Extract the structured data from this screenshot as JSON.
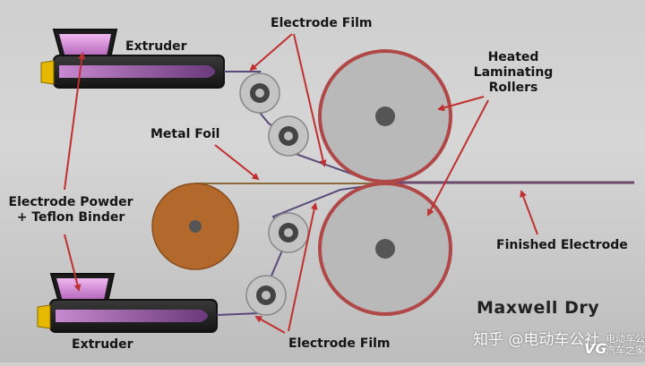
{
  "labels": {
    "electrode_film_top": "Electrode Film",
    "extruder_top": "Extruder",
    "heated_rollers": [
      "Heated",
      "Laminating",
      "Rollers"
    ],
    "metal_foil": "Metal Foil",
    "electrode_powder": [
      "Electrode Powder",
      "+ Teflon Binder"
    ],
    "finished_electrode": "Finished Electrode",
    "extruder_bottom": "Extruder",
    "electrode_film_bottom": "Electrode Film",
    "brand": "Maxwell Dry"
  },
  "watermark": {
    "text": "知乎 @电动车公社",
    "logo": "VG",
    "small": [
      "电动车公社",
      "汽车之家"
    ]
  },
  "colors": {
    "roller_rim": "#b04848",
    "roller_fill": "#b9b9b9",
    "foil_roll": "#b4692c",
    "extruder_barrel": "#2a2a2a",
    "powder": "#c77fc7",
    "nozzle_tip": "#e6b800",
    "arrow": "#c03030",
    "film": "#5a4a7a"
  }
}
